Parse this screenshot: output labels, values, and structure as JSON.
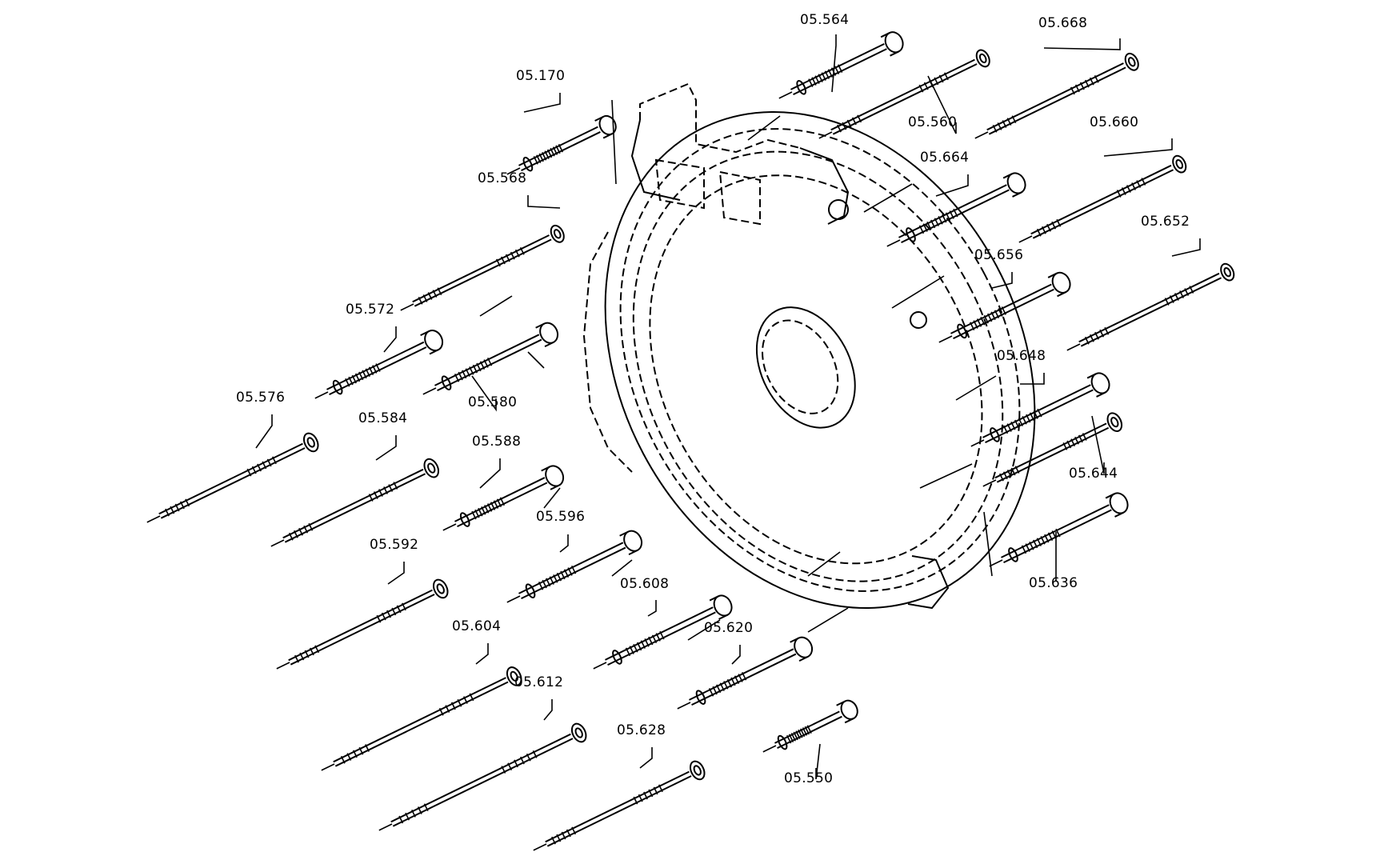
{
  "diagram": {
    "part_labels": [
      "05.564",
      "05.668",
      "05.170",
      "05.560",
      "05.660",
      "05.664",
      "05.568",
      "05.652",
      "05.656",
      "05.572",
      "05.580",
      "05.648",
      "05.576",
      "05.584",
      "05.588",
      "05.644",
      "05.596",
      "05.592",
      "05.636",
      "05.608",
      "05.604",
      "05.620",
      "05.612",
      "05.628",
      "05.550"
    ]
  }
}
